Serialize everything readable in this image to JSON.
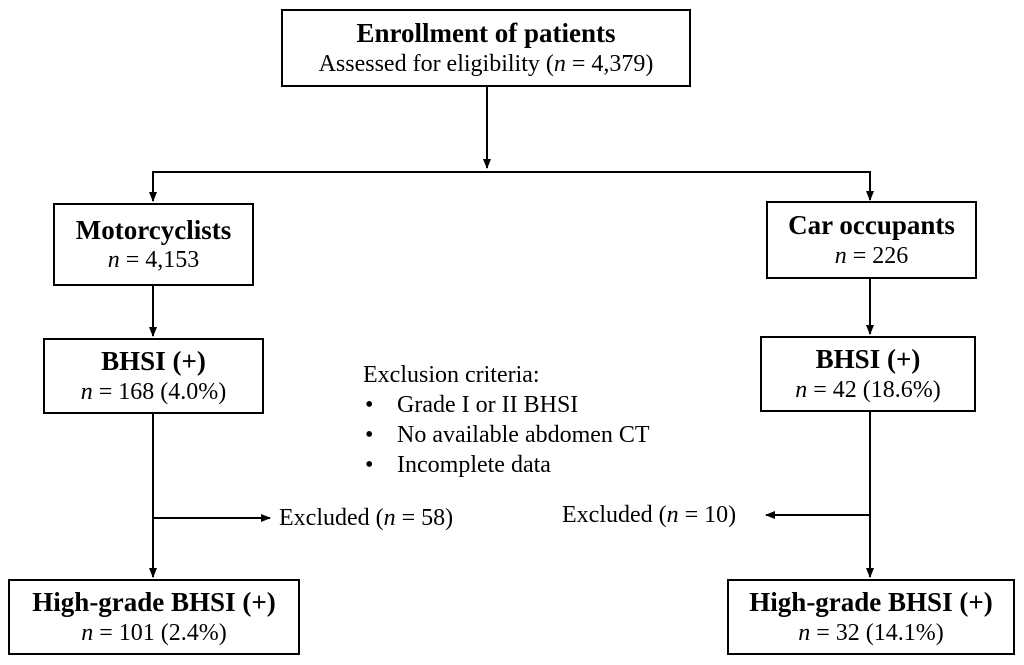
{
  "enrollment": {
    "title": "Enrollment of patients",
    "prefix": "Assessed for eligibility  (",
    "n": "n",
    "value": " = 4,379)"
  },
  "motorcyclists": {
    "title": "Motorcyclists",
    "n": "n",
    "value": " = 4,153"
  },
  "car_occupants": {
    "title": "Car occupants",
    "n": "n",
    "value": " = 226"
  },
  "bhsi_motor": {
    "title": "BHSI (+)",
    "n": "n",
    "value": " =  168 (4.0%)"
  },
  "bhsi_car": {
    "title": "BHSI (+)",
    "n": "n",
    "value": " =  42 (18.6%)"
  },
  "exclusion": {
    "heading": "Exclusion criteria:",
    "bullet": "•",
    "items": [
      "Grade I or II BHSI",
      "No available  abdomen CT",
      "Incomplete data"
    ]
  },
  "excluded_motor": {
    "prefix": "Excluded (",
    "n": "n",
    "value": " = 58)"
  },
  "excluded_car": {
    "prefix": "Excluded (",
    "n": "n",
    "value": " = 10)"
  },
  "high_motor": {
    "title": "High-grade BHSI (+)",
    "n": "n",
    "value": " = 101 (2.4%)"
  },
  "high_car": {
    "title": "High-grade BHSI (+)",
    "n": "n",
    "value": " = 32 (14.1%)"
  }
}
